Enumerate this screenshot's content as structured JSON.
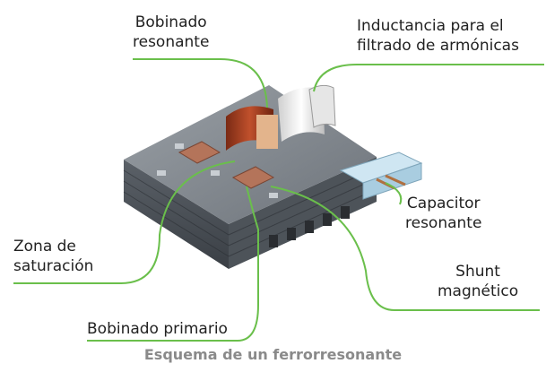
{
  "labels": {
    "bobinado_resonante": "Bobinado\nresonante",
    "inductancia": "Inductancia para el\nfiltrado de armónicas",
    "capacitor": "Capacitor\nresonante",
    "zona": "Zona de\nsaturación",
    "shunt": "Shunt\nmagnético",
    "bobinado_primario": "Bobinado primario"
  },
  "caption": "Esquema de un ferrorresonante",
  "colors": {
    "leader_line": "#6abf4b",
    "label_text": "#222222",
    "caption_text": "#8a8a8a"
  }
}
